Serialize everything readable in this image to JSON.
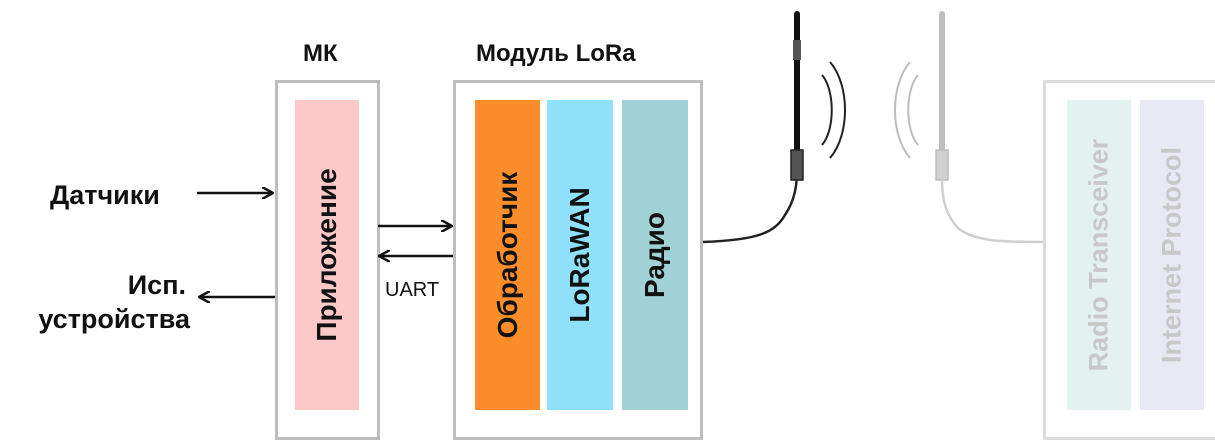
{
  "labels": {
    "mcu_title": "МК",
    "lora_title": "Модуль LoRa",
    "sensors": "Датчики",
    "actuators_line1": "Исп.",
    "actuators_line2": "устройства",
    "uart": "UART"
  },
  "mcu_layers": [
    {
      "text": "Приложение",
      "color": "#fdc8c8"
    }
  ],
  "lora_layers": [
    {
      "text": "Обработчик",
      "color": "#fb8d2b"
    },
    {
      "text": "LoRaWAN",
      "color": "#8ee0fb"
    },
    {
      "text": "Радио",
      "color": "#a1d3d6"
    }
  ],
  "gateway_layers": [
    {
      "text": "Radio Transceiver",
      "color": "#e3f1f1"
    },
    {
      "text": "Internet Protocol",
      "color": "#e9e8f5"
    }
  ]
}
